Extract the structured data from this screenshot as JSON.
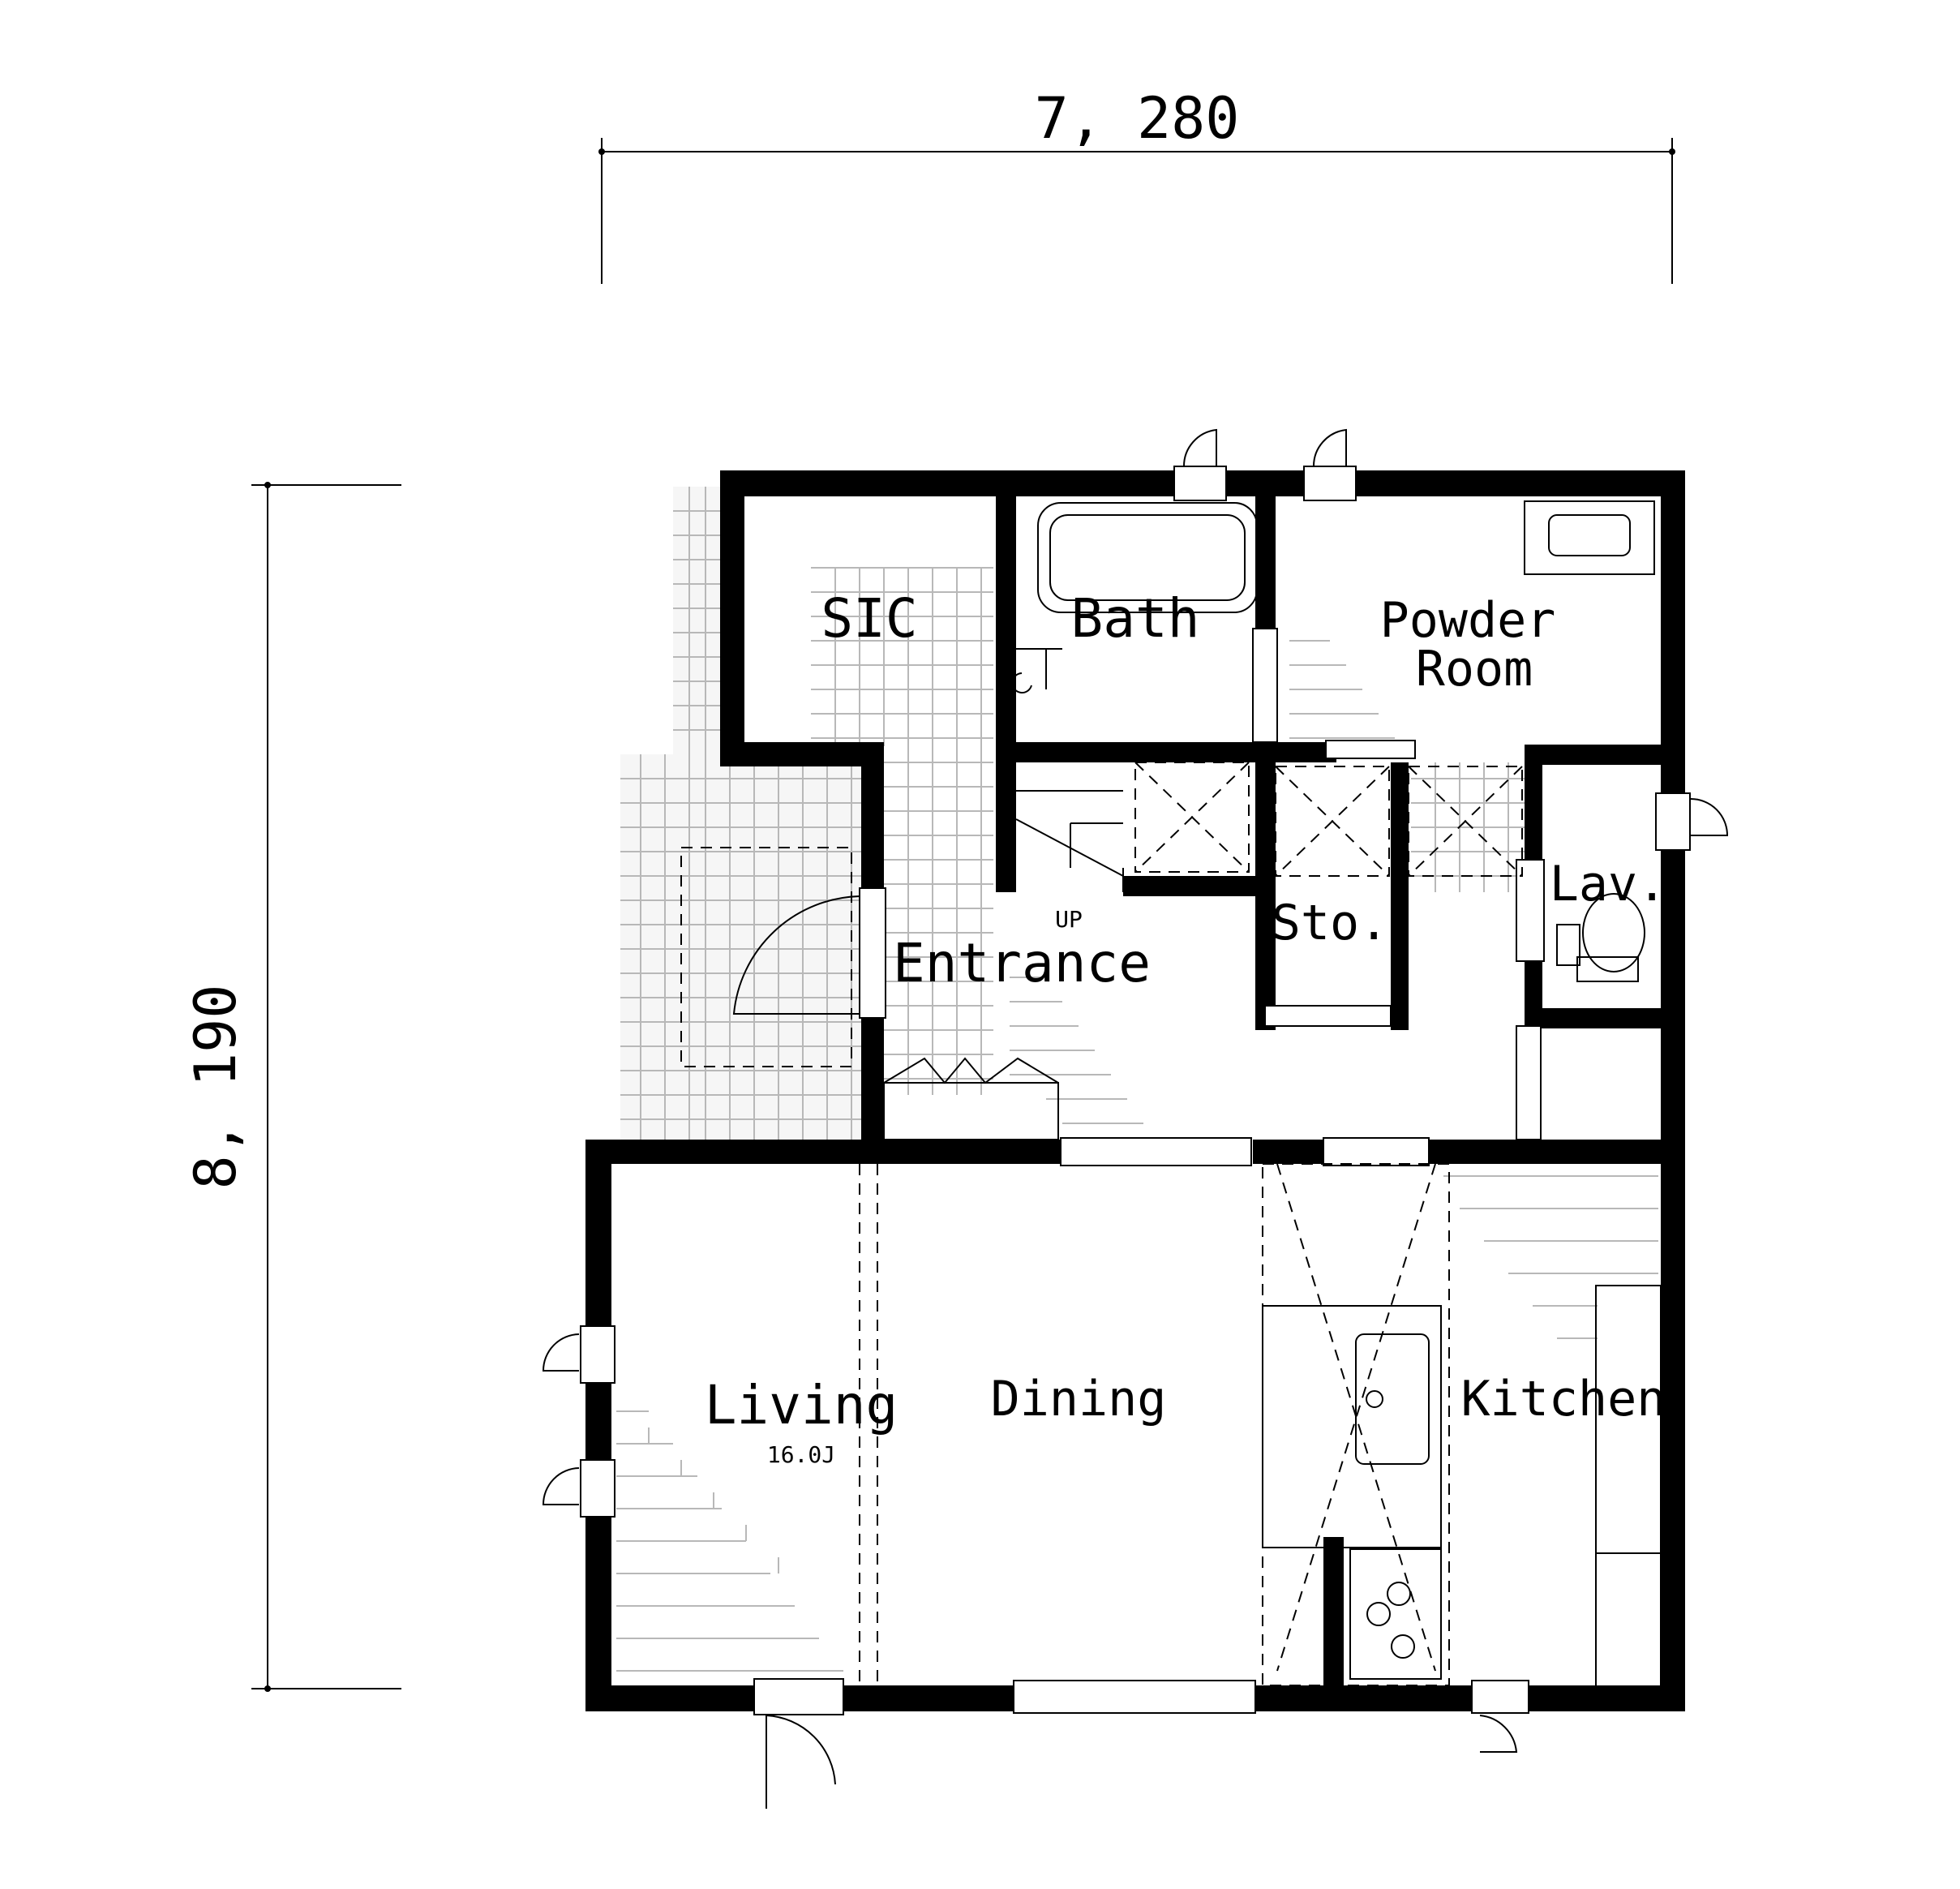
{
  "dimensions": {
    "width_label": "7, 280",
    "height_label": "8, 190"
  },
  "rooms": {
    "sic": "SIC",
    "bath": "Bath",
    "powder_line1": "Powder",
    "powder_line2": "Room",
    "entrance": "Entrance",
    "up": "UP",
    "storage": "Sto.",
    "lavatory": "Lav.",
    "living": "Living",
    "living_size": "16.0J",
    "dining": "Dining",
    "kitchen": "Kitchen"
  }
}
